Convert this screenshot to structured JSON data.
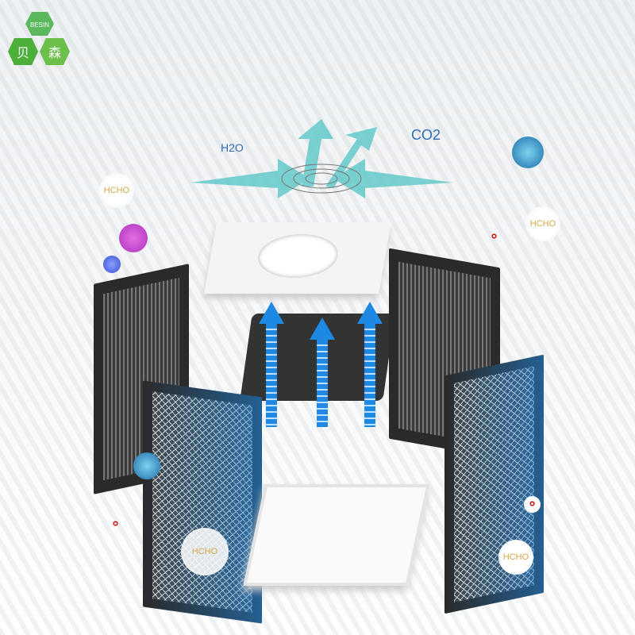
{
  "logo": {
    "latin": "BESIN",
    "chinese": "贝森",
    "color": "#4caf3a"
  },
  "labels": {
    "water": "H2O",
    "co2": "CO2",
    "hcho": [
      "HCHO",
      "HCHO",
      "HCHO",
      "HCHO"
    ]
  },
  "colors": {
    "airflow": "#1e88e5",
    "exhaust": "#5cc8c8",
    "frame": "#2a2a2a"
  },
  "icons": [
    "virus-purple",
    "virus-blue",
    "virus-teal",
    "formaldehyde-molecule",
    "fan",
    "circle-arrows"
  ]
}
